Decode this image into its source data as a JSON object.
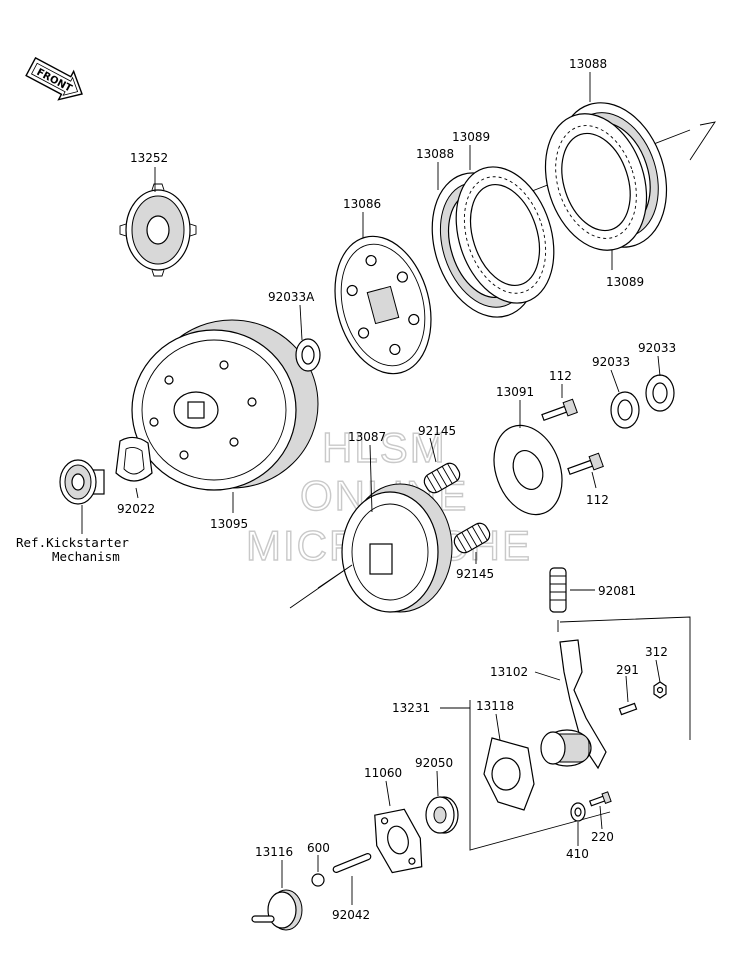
{
  "front_badge": "FRONT",
  "watermark": {
    "line1": "HLSM",
    "line2": "ONLINE",
    "line3": "MICROFICHE"
  },
  "parts": {
    "p13088_top": "13088",
    "p13089_top": "13089",
    "p13088_mid": "13088",
    "p13089_bottom": "13089",
    "p13252": "13252",
    "p13086": "13086",
    "p92033A": "92033A",
    "p112_top": "112",
    "p92033_a": "92033",
    "p92033_b": "92033",
    "p13091": "13091",
    "p92145_top": "92145",
    "p13087": "13087",
    "p112_bottom": "112",
    "p92022": "92022",
    "p13095": "13095",
    "p92145_bottom": "92145",
    "p92081": "92081",
    "p312": "312",
    "p13102": "13102",
    "p291": "291",
    "p13231": "13231",
    "p13118": "13118",
    "p11060": "11060",
    "p92050": "92050",
    "p220": "220",
    "p410": "410",
    "p13116": "13116",
    "p600": "600",
    "p92042": "92042"
  },
  "reference_note": {
    "line1": "Ref.Kickstarter",
    "line2": "Mechanism"
  }
}
